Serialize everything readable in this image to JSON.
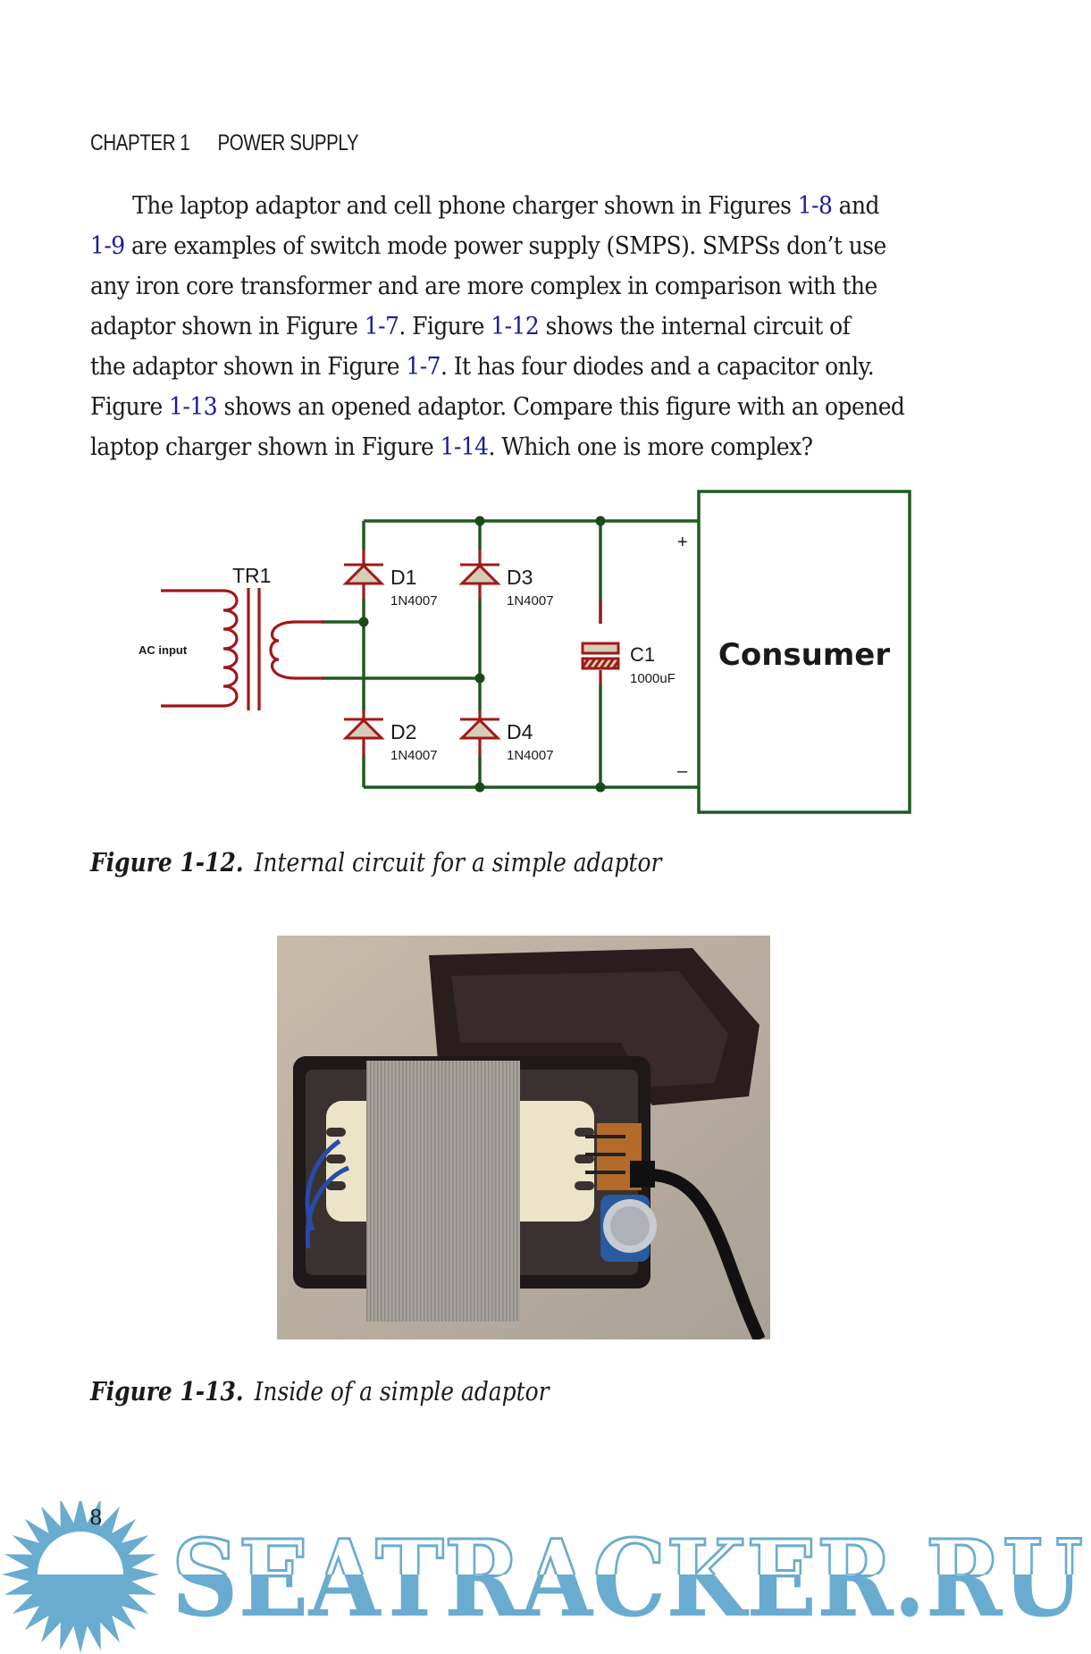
{
  "running_head": {
    "chapter": "CHAPTER 1",
    "title": "POWER SUPPLY"
  },
  "body": {
    "lines": [
      [
        {
          "t": "The laptop adaptor and cell phone charger shown in Figures "
        },
        {
          "t": "1-8",
          "ref": true
        },
        {
          "t": " and"
        }
      ],
      [
        {
          "t": "1-9",
          "ref": true
        },
        {
          "t": " are examples of switch mode power supply (SMPS). SMPSs don’t use"
        }
      ],
      [
        {
          "t": "any iron core transformer and are more complex in comparison with the"
        }
      ],
      [
        {
          "t": "adaptor shown in Figure "
        },
        {
          "t": "1-7",
          "ref": true
        },
        {
          "t": ". Figure "
        },
        {
          "t": "1-12",
          "ref": true
        },
        {
          "t": " shows the internal circuit of"
        }
      ],
      [
        {
          "t": "the adaptor shown in Figure "
        },
        {
          "t": "1-7",
          "ref": true
        },
        {
          "t": ". It has four diodes and a capacitor only."
        }
      ],
      [
        {
          "t": "Figure "
        },
        {
          "t": "1-13",
          "ref": true
        },
        {
          "t": " shows an opened adaptor. Compare this figure with an opened"
        }
      ],
      [
        {
          "t": "laptop charger shown in Figure "
        },
        {
          "t": "1-14",
          "ref": true
        },
        {
          "t": ". Which one is more complex?"
        }
      ]
    ]
  },
  "figure_12": {
    "caption_number": "Figure 1-12.",
    "caption_text": "Internal circuit for a simple adaptor",
    "circuit": {
      "input_label": "AC input",
      "transformer": "TR1",
      "diodes": [
        {
          "ref": "D1",
          "part": "1N4007"
        },
        {
          "ref": "D2",
          "part": "1N4007"
        },
        {
          "ref": "D3",
          "part": "1N4007"
        },
        {
          "ref": "D4",
          "part": "1N4007"
        }
      ],
      "capacitor": {
        "ref": "C1",
        "value": "1000uF"
      },
      "load_label": "Consumer",
      "plus": "+",
      "minus": "–",
      "colors": {
        "wire": "#1f5a1f",
        "component": "#a01818",
        "fill": "#d6cdb8"
      }
    }
  },
  "figure_13": {
    "caption_number": "Figure 1-13.",
    "caption_text": "Inside of a simple adaptor",
    "photo_alt": "Opened plug-in adaptor showing transformer, diodes and capacitor"
  },
  "page_number": "8",
  "watermark": {
    "text": "SEATRACKER.RU",
    "color": "#6aaccf"
  }
}
